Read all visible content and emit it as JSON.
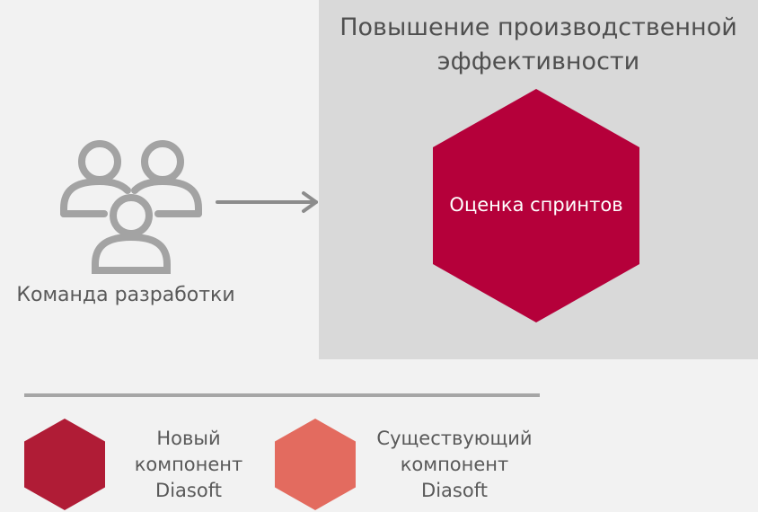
{
  "panel": {
    "title_line1": "Повышение производственной",
    "title_line2": "эффективности",
    "background": "#d9d9d9"
  },
  "main_component": {
    "label": "Оценка спринтов",
    "color": "#b5003a"
  },
  "team": {
    "icon": "people-group-icon",
    "label": "Команда разработки"
  },
  "arrow": {
    "icon": "arrow-right-icon"
  },
  "legend": {
    "new": {
      "line1": "Новый",
      "line2": "компонент",
      "line3": "Diasoft",
      "color": "#b01c36"
    },
    "existing": {
      "line1": "Существующий",
      "line2": "компонент",
      "line3": "Diasoft",
      "color": "#e36b5f"
    }
  }
}
